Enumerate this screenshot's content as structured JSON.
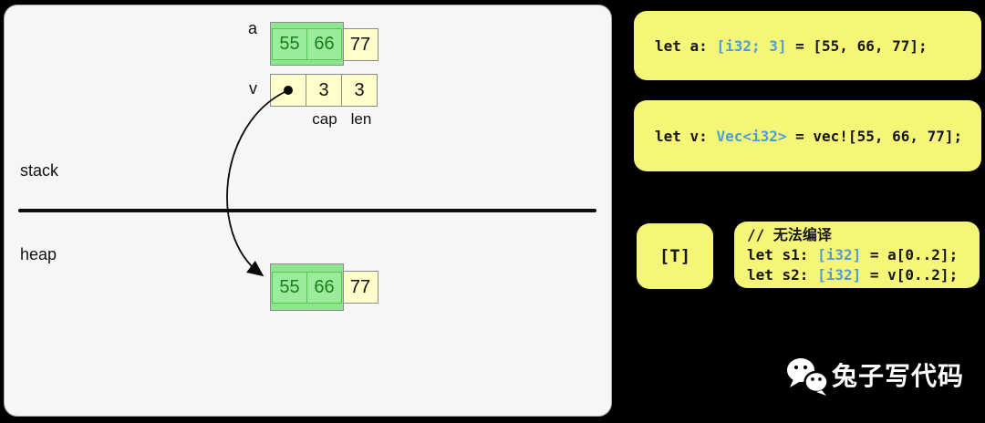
{
  "colors": {
    "page_bg": "#000000",
    "panel_bg": "#f6f6f6",
    "code_box_yellow": "#f5f578",
    "cell_yellow": "#fdfec9",
    "slice_green": "#8de58d",
    "green_text": "#1c7d1c",
    "type_blue": "#4d9ed8"
  },
  "diagram": {
    "label_a": "a",
    "label_v": "v",
    "label_stack": "stack",
    "label_heap": "heap",
    "label_cap": "cap",
    "label_len": "len",
    "stack_array": {
      "cells": [
        "55",
        "66",
        "77"
      ]
    },
    "vec_fields": {
      "cap": "3",
      "len": "3"
    },
    "heap_array": {
      "cells": [
        "55",
        "66",
        "77"
      ]
    }
  },
  "code": {
    "array_decl": [
      {
        "t": "let a: "
      },
      {
        "t": "[i32; 3]",
        "c": "type"
      },
      {
        "t": " = [55, 66, 77];"
      }
    ],
    "vec_decl": [
      {
        "t": "let v: "
      },
      {
        "t": "Vec<i32>",
        "c": "type"
      },
      {
        "t": " = vec![55, 66, 77];"
      }
    ],
    "slice_tag": "[T]",
    "slice_lines": [
      [
        {
          "t": "// 无法编译"
        }
      ],
      [
        {
          "t": "let s1: "
        },
        {
          "t": "[i32]",
          "c": "type"
        },
        {
          "t": " = a[0..2];"
        }
      ],
      [
        {
          "t": "let s2: "
        },
        {
          "t": "[i32]",
          "c": "type"
        },
        {
          "t": " = v[0..2];"
        }
      ]
    ]
  },
  "footer": {
    "brand": "兔子写代码"
  }
}
